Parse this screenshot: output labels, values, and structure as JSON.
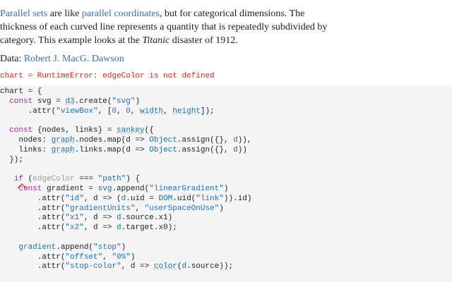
{
  "intro": {
    "link1": "Parallel sets",
    "text1": " are like ",
    "link2": "parallel coordinates",
    "text2": ", but for categorical dimensions. The",
    "line2": "thickness of each curved line represents a quantity that is repeatedly subdivided by",
    "line3a": "category. This example looks at the ",
    "line3em": "Titanic",
    "line3b": " disaster of 1912."
  },
  "data_line": {
    "label": "Data: ",
    "author": "Robert J. MacG. Dawson"
  },
  "error": "chart = RuntimeError: edgeColor is not defined",
  "code": {
    "l1": "chart = {",
    "l2a": "  ",
    "l2kw": "const",
    "l2b": " svg = ",
    "l2ref": "d3",
    "l2c": ".create(",
    "l2s": "\"svg\"",
    "l2d": ")",
    "l3a": "      .attr(",
    "l3s": "\"viewBox\"",
    "l3b": ", [",
    "l3n1": "0",
    "l3c": ", ",
    "l3n2": "0",
    "l3d": ", ",
    "l3w": "width",
    "l3e": ", ",
    "l3h": "height",
    "l3f": "]);",
    "l5a": "  ",
    "l5kw": "const",
    "l5b": " {nodes, links} = ",
    "l5v": "sankey",
    "l5c": "({",
    "l6a": "    nodes: ",
    "l6v": "graph",
    "l6b": ".nodes.map(d => ",
    "l6ref": "Object",
    "l6c": ".assign({}, ",
    "l6d": "d",
    "l6e": ")),",
    "l7a": "    links: ",
    "l7v": "graph",
    "l7b": ".links.map(d => ",
    "l7ref": "Object",
    "l7c": ".assign({}, ",
    "l7d": "d",
    "l7e": "))",
    "l8": "  });",
    "l10a": "   ",
    "l10kw": "if",
    "l10b": " (",
    "l10dim": "edgeColor",
    "l10c": " === ",
    "l10s": "\"path\"",
    "l10d": ") {",
    "l11a": "    ",
    "l11kw": "const",
    "l11b": " gradient = ",
    "l11v": "svg",
    "l11c": ".append(",
    "l11s": "\"linearGradient\"",
    "l11d": ")",
    "l12a": "        .attr(",
    "l12s": "\"id\"",
    "l12b": ", d => (",
    "l12d": "d",
    "l12c": ".uid = ",
    "l12ref": "DOM",
    "l12e": ".uid(",
    "l12s2": "\"link\"",
    "l12f": ")).id)",
    "l13a": "        .attr(",
    "l13s": "\"gradientUnits\"",
    "l13b": ", ",
    "l13s2": "\"userSpaceOnUse\"",
    "l13c": ")",
    "l14a": "        .attr(",
    "l14s": "\"x1\"",
    "l14b": ", d => ",
    "l14d": "d",
    "l14c": ".source.x1)",
    "l15a": "        .attr(",
    "l15s": "\"x2\"",
    "l15b": ", d => ",
    "l15d": "d",
    "l15c": ".target.x0);",
    "l17a": "    ",
    "l17v": "gradient",
    "l17b": ".append(",
    "l17s": "\"stop\"",
    "l17c": ")",
    "l18a": "        .attr(",
    "l18s": "\"offset\"",
    "l18b": ", ",
    "l18s2": "\"0%\"",
    "l18c": ")",
    "l19a": "        .attr(",
    "l19s": "\"stop-color\"",
    "l19b": ", d => ",
    "l19v": "color",
    "l19c": "(",
    "l19d": "d",
    "l19e": ".source));"
  },
  "colors": {
    "link": "#3b6fb6",
    "error": "#d4281e",
    "keyword": "#a626a4",
    "string": "#2270b9",
    "code_background": "#f5f5f5"
  }
}
